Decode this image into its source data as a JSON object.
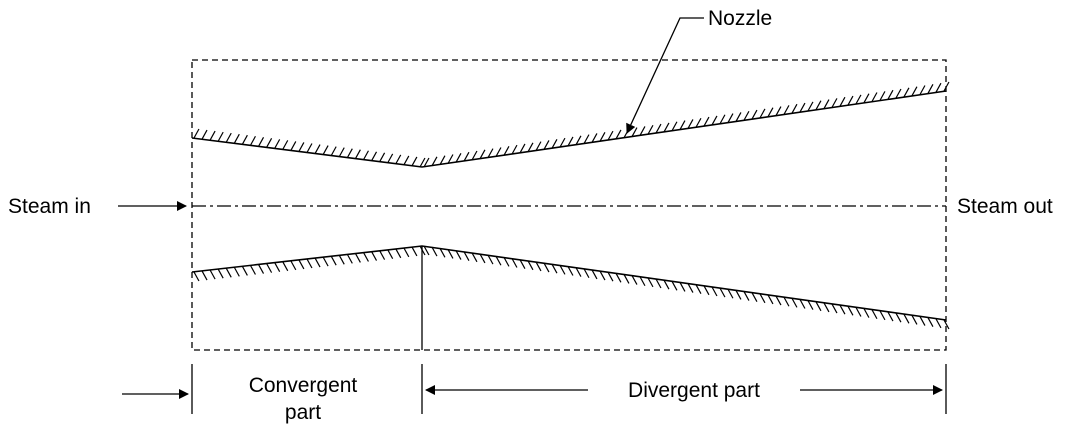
{
  "diagram": {
    "nozzle_label": "Nozzle",
    "inlet_label": "Steam in",
    "outlet_label": "Steam out",
    "convergent_label_line1": "Convergent",
    "convergent_label_line2": "part",
    "divergent_label": "Divergent part"
  }
}
